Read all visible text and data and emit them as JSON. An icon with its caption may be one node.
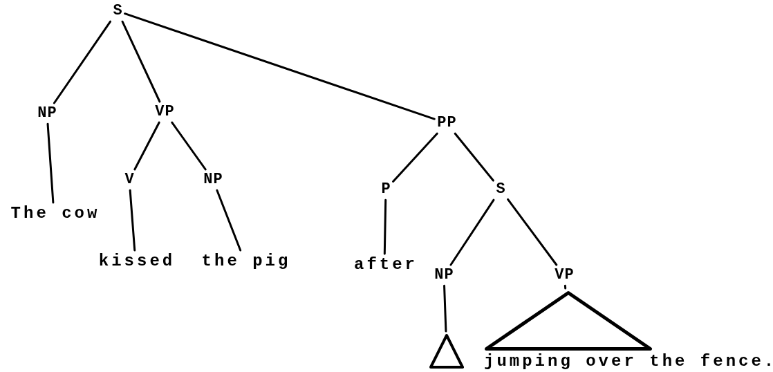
{
  "diagram": {
    "nodes": [
      {
        "text": [
          "S"
        ]
      },
      {
        "text": [
          "NP"
        ]
      },
      {
        "text": [
          "VP"
        ]
      },
      {
        "text": [
          "PP"
        ]
      },
      {
        "text": [
          "The cow"
        ]
      },
      {
        "text": [
          "V"
        ]
      },
      {
        "text": [
          "NP"
        ]
      },
      {
        "text": [
          "kissed"
        ]
      },
      {
        "text": [
          "the pig"
        ]
      },
      {
        "text": [
          "P"
        ]
      },
      {
        "text": [
          "S"
        ]
      },
      {
        "text": [
          "after"
        ]
      },
      {
        "text": [
          "NP"
        ]
      },
      {
        "text": [
          "VP"
        ]
      },
      {
        "text": [],
        "shape": "triangle"
      },
      {
        "text": [],
        "shape": "triangle",
        "beside": [
          "jumping over the fence."
        ]
      }
    ],
    "edges": [
      {
        "from": 0,
        "to": 1,
        "arrow": "none"
      },
      {
        "from": 0,
        "to": 2,
        "arrow": "none"
      },
      {
        "from": 0,
        "to": 3,
        "arrow": "none"
      },
      {
        "from": 1,
        "to": 4,
        "arrow": "none"
      },
      {
        "from": 2,
        "to": 5,
        "arrow": "none"
      },
      {
        "from": 2,
        "to": 6,
        "arrow": "none"
      },
      {
        "from": 5,
        "to": 7,
        "arrow": "none"
      },
      {
        "from": 6,
        "to": 8,
        "arrow": "none"
      },
      {
        "from": 3,
        "to": 9,
        "arrow": "none"
      },
      {
        "from": 3,
        "to": 10,
        "arrow": "none"
      },
      {
        "from": 9,
        "to": 11,
        "arrow": "none"
      },
      {
        "from": 10,
        "to": 12,
        "arrow": "none"
      },
      {
        "from": 10,
        "to": 13,
        "arrow": "none"
      },
      {
        "from": 12,
        "to": 14,
        "arrow": "none"
      },
      {
        "from": 13,
        "to": 15,
        "arrow": "none"
      }
    ]
  }
}
